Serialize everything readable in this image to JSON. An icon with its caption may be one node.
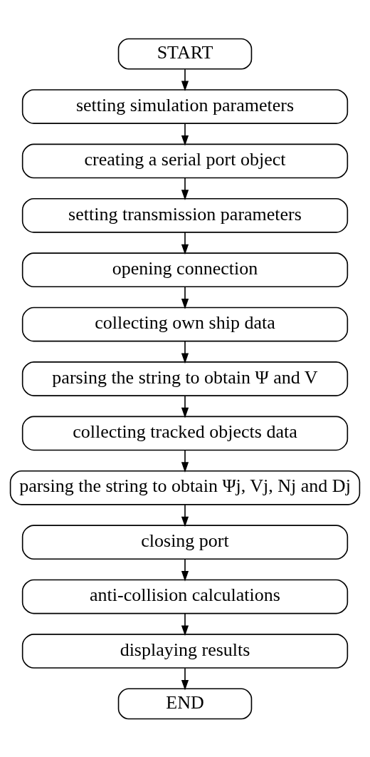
{
  "diagram": {
    "nodes": [
      {
        "text": [
          "START"
        ]
      },
      {
        "text": [
          "setting simulation parameters"
        ]
      },
      {
        "text": [
          "creating a serial port object"
        ]
      },
      {
        "text": [
          "setting transmission parameters"
        ]
      },
      {
        "text": [
          "opening connection"
        ]
      },
      {
        "text": [
          "collecting own ship data"
        ]
      },
      {
        "text": [
          "parsing the string to obtain Ψ and V"
        ]
      },
      {
        "text": [
          "collecting tracked objects data"
        ]
      },
      {
        "text": [
          "parsing the string to obtain Ψj, Vj, Nj and Dj"
        ]
      },
      {
        "text": [
          "closing port"
        ]
      },
      {
        "text": [
          "anti-collision calculations"
        ]
      },
      {
        "text": [
          "displaying results"
        ]
      },
      {
        "text": [
          "END"
        ]
      }
    ],
    "edges": [
      {
        "from": 0,
        "to": 1,
        "arrow": "to"
      },
      {
        "from": 1,
        "to": 2,
        "arrow": "to"
      },
      {
        "from": 2,
        "to": 3,
        "arrow": "to"
      },
      {
        "from": 3,
        "to": 4,
        "arrow": "to"
      },
      {
        "from": 4,
        "to": 5,
        "arrow": "to"
      },
      {
        "from": 5,
        "to": 6,
        "arrow": "to"
      },
      {
        "from": 6,
        "to": 7,
        "arrow": "to"
      },
      {
        "from": 7,
        "to": 8,
        "arrow": "to"
      },
      {
        "from": 8,
        "to": 9,
        "arrow": "to"
      },
      {
        "from": 9,
        "to": 10,
        "arrow": "to"
      },
      {
        "from": 10,
        "to": 11,
        "arrow": "to"
      },
      {
        "from": 11,
        "to": 12,
        "arrow": "to"
      }
    ]
  }
}
